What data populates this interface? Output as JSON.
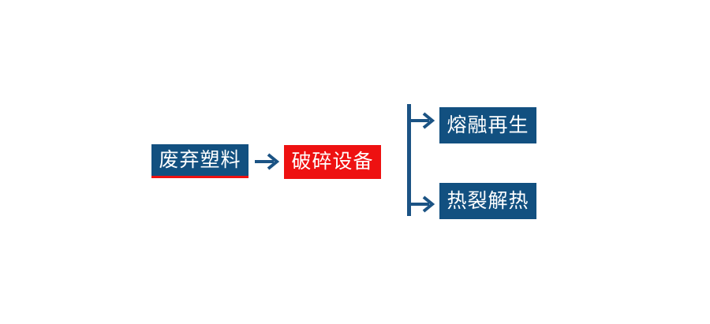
{
  "diagram": {
    "title": "",
    "background_color": "#ffffff",
    "colors": {
      "primary_blue": "#125080",
      "accent_red": "#ee1111",
      "connector_blue": "#1b5384",
      "node_text": "#ffffff"
    },
    "nodes": [
      {
        "id": "waste-plastic",
        "label": "废弃塑料",
        "fill": "#125080",
        "text_color": "#ffffff",
        "underline_color": "#ee1111",
        "stage": 1
      },
      {
        "id": "crusher",
        "label": "破碎设备",
        "fill": "#ee1111",
        "text_color": "#ffffff",
        "stage": 2
      },
      {
        "id": "melt-regeneration",
        "label": "熔融再生",
        "fill": "#125080",
        "text_color": "#ffffff",
        "stage": 3
      },
      {
        "id": "pyrolysis",
        "label": "热裂解热",
        "fill": "#125080",
        "text_color": "#ffffff",
        "stage": 3
      }
    ],
    "connectors": [
      {
        "id": "waste-to-crusher",
        "type": "arrow-right",
        "from": "waste-plastic",
        "to": "crusher",
        "color": "#1b5384"
      },
      {
        "id": "branch-split",
        "type": "vertical-split",
        "from": "crusher",
        "to": [
          "melt-regeneration",
          "pyrolysis"
        ],
        "color": "#1b5384"
      },
      {
        "id": "branch-to-melt",
        "type": "arrow-right",
        "to": "melt-regeneration",
        "color": "#1b5384"
      },
      {
        "id": "branch-to-pyrolysis",
        "type": "arrow-right",
        "to": "pyrolysis",
        "color": "#1b5384"
      }
    ]
  }
}
